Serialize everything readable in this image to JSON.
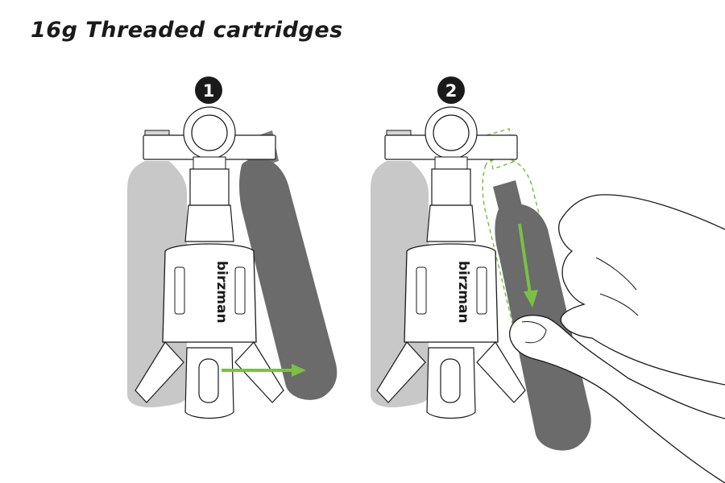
{
  "title": "16g Threaded cartridges",
  "steps": [
    {
      "number": "1"
    },
    {
      "number": "2"
    }
  ],
  "brand": "birzman",
  "colors": {
    "arrow": "#7ac143",
    "cartridge_light": "#c8c8c8",
    "cartridge_dark": "#6b6b6b",
    "outline": "#1a1a1a",
    "background": "#ffffff"
  },
  "icons": [
    "step-number-badge",
    "green-arrow-icon",
    "hand-illustration"
  ]
}
